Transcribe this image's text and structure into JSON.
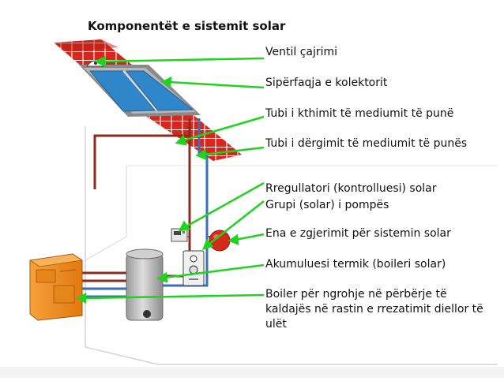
{
  "title": "Komponentët e sistemit solar",
  "labels": [
    "Ventil çajrimi",
    "Sipërfaqja e kolektorit",
    "Tubi i kthimit të mediumit të punë",
    "Tubi i dërgimit të mediumit të punës",
    "Rregullatori (kontrolluesi) solar",
    "Grupi (solar) i pompës",
    "Ena e zgjerimit për sistemin solar",
    "Akumuluesi termik (boileri solar)",
    "Boiler për ngrohje në përbërje të kaldajës në rastin e rrezatimit diellor të ulët"
  ],
  "colors": {
    "roof": "#d9261c",
    "collector_glass": "#2f86c8",
    "collector_frame": "#8a8a8a",
    "return_pipe": "#8b2a1e",
    "supply_pipe": "#3b6fb6",
    "pointer": "#1fd31f",
    "boiler_heater": "#f08a1c",
    "expansion_vessel": "#d42a1c",
    "storage_tank": "#bcbcbc"
  },
  "icons": [
    "vent-valve-icon",
    "solar-controller-icon",
    "pump-group-icon",
    "expansion-vessel-icon",
    "storage-tank-icon",
    "heating-boiler-icon"
  ]
}
